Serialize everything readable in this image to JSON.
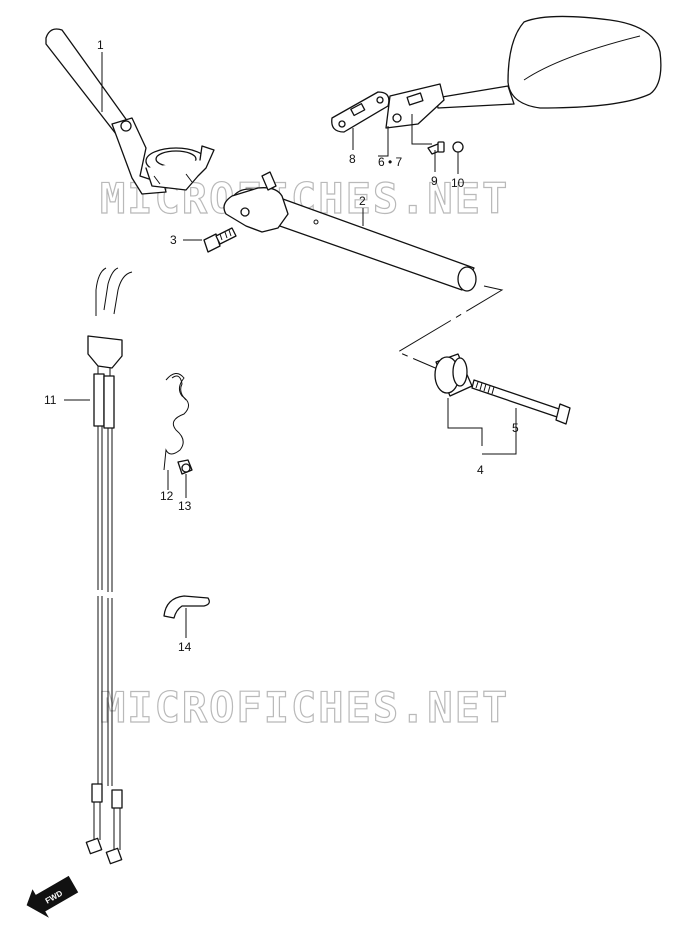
{
  "watermark": {
    "text": "MICROFICHES.NET",
    "color": "#b9b9b9"
  },
  "callouts": {
    "c1": "1",
    "c2": "2",
    "c3": "3",
    "c4": "4",
    "c5": "5",
    "c6_7": "6 • 7",
    "c8": "8",
    "c9": "9",
    "c10": "10",
    "c11": "11",
    "c12": "12",
    "c13": "13",
    "c14": "14"
  },
  "fwd_badge": {
    "label": "FWD",
    "icon": "forward-arrow-icon"
  }
}
